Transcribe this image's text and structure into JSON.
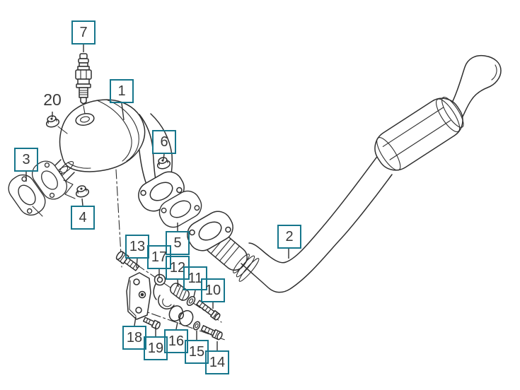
{
  "diagram": {
    "title": "Exhaust system exploded parts diagram",
    "background_color": "#ffffff",
    "art_line_color": "#2f2f2f",
    "callout_box_border_color": "#16768c",
    "callout_number_color": "#3a3a3a"
  },
  "callouts": {
    "c1": "1",
    "c2": "2",
    "c3": "3",
    "c4": "4",
    "c5": "5",
    "c6": "6",
    "c7": "7",
    "c10": "10",
    "c11": "11",
    "c12": "12",
    "c13": "13",
    "c14": "14",
    "c15": "15",
    "c16": "16",
    "c17": "17",
    "c18": "18",
    "c19": "19",
    "c20": "20"
  }
}
